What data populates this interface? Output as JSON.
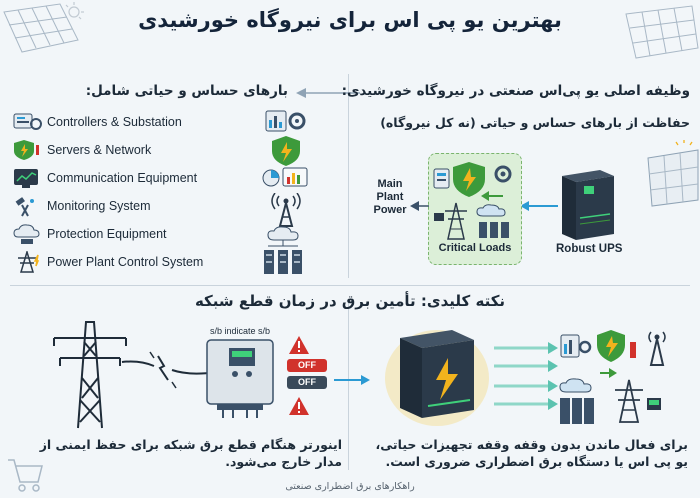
{
  "title": "بهترین یو پی اس برای نیروگاه خورشیدی",
  "loads": {
    "heading": "بارهای حساس و حیاتی شامل:",
    "items": [
      {
        "label": "Controllers & Substation",
        "icon": "controller-substation-icon"
      },
      {
        "label": "Servers & Network",
        "icon": "server-network-icon"
      },
      {
        "label": "Communication Equipment",
        "icon": "communication-icon"
      },
      {
        "label": "Monitoring System",
        "icon": "monitoring-antenna-icon"
      },
      {
        "label": "Protection Equipment",
        "icon": "protection-cloud-icon"
      },
      {
        "label": "Power Plant Control System",
        "icon": "tower-control-icon"
      }
    ]
  },
  "main_function": {
    "heading": "وظیفه اصلی یو پی‌اس صنعتی در نیروگاه خورشیدی:",
    "subtext": "حفاظت از بارهای حساس و حیاتی (نه کل نیروگاه)",
    "main_plant_power": [
      "Main",
      "Plant",
      "Power"
    ],
    "critical_loads": "Critical Loads",
    "robust_ups": "Robust UPS"
  },
  "key_point": {
    "heading": "نکته کلیدی: تأمین برق در زمان قطع شبکه",
    "sb_label": "s/b indicate s/b",
    "badges": [
      "OFF",
      "OFF"
    ],
    "left_text": [
      "اینورتر هنگام قطع برق شبکه برای حفظ ایمنی از",
      "مدار خارج می‌شود."
    ],
    "right_text": [
      "برای فعال ماندن بدون وقفه وقفه تجهیزات حیاتی،",
      "یو پی اس یا دستگاه برق اضطراری ضروری است."
    ]
  },
  "footer": "راهکارهای برق اضطراری صنعتی",
  "colors": {
    "accent_red": "#d1322c",
    "accent_green": "#3d9a3b",
    "ups_dark": "#2b3a4a",
    "ups_glow": "#f2b31d",
    "arrow_blue": "#2b9ad3"
  }
}
